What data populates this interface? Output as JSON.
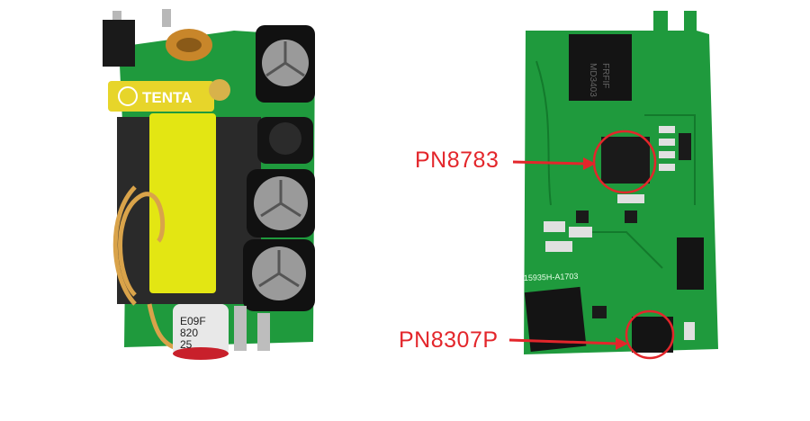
{
  "colors": {
    "pcb_green": "#1f9a3d",
    "pcb_green_dark": "#137a2c",
    "callout_red": "#e3262b",
    "tape_yellow": "#e3e613",
    "capacitor_black": "#111111"
  },
  "left_board": {
    "fuse_brand": "TENTA",
    "small_cap_lines": [
      "E09F",
      "820",
      "25"
    ]
  },
  "right_board": {
    "silkscreen_code": "15935H-A1703",
    "top_chip_lines": [
      "MD3403",
      "FRFIF"
    ]
  },
  "callouts": [
    {
      "id": "pn8783",
      "label": "PN8783"
    },
    {
      "id": "pn8307p",
      "label": "PN8307P"
    }
  ]
}
